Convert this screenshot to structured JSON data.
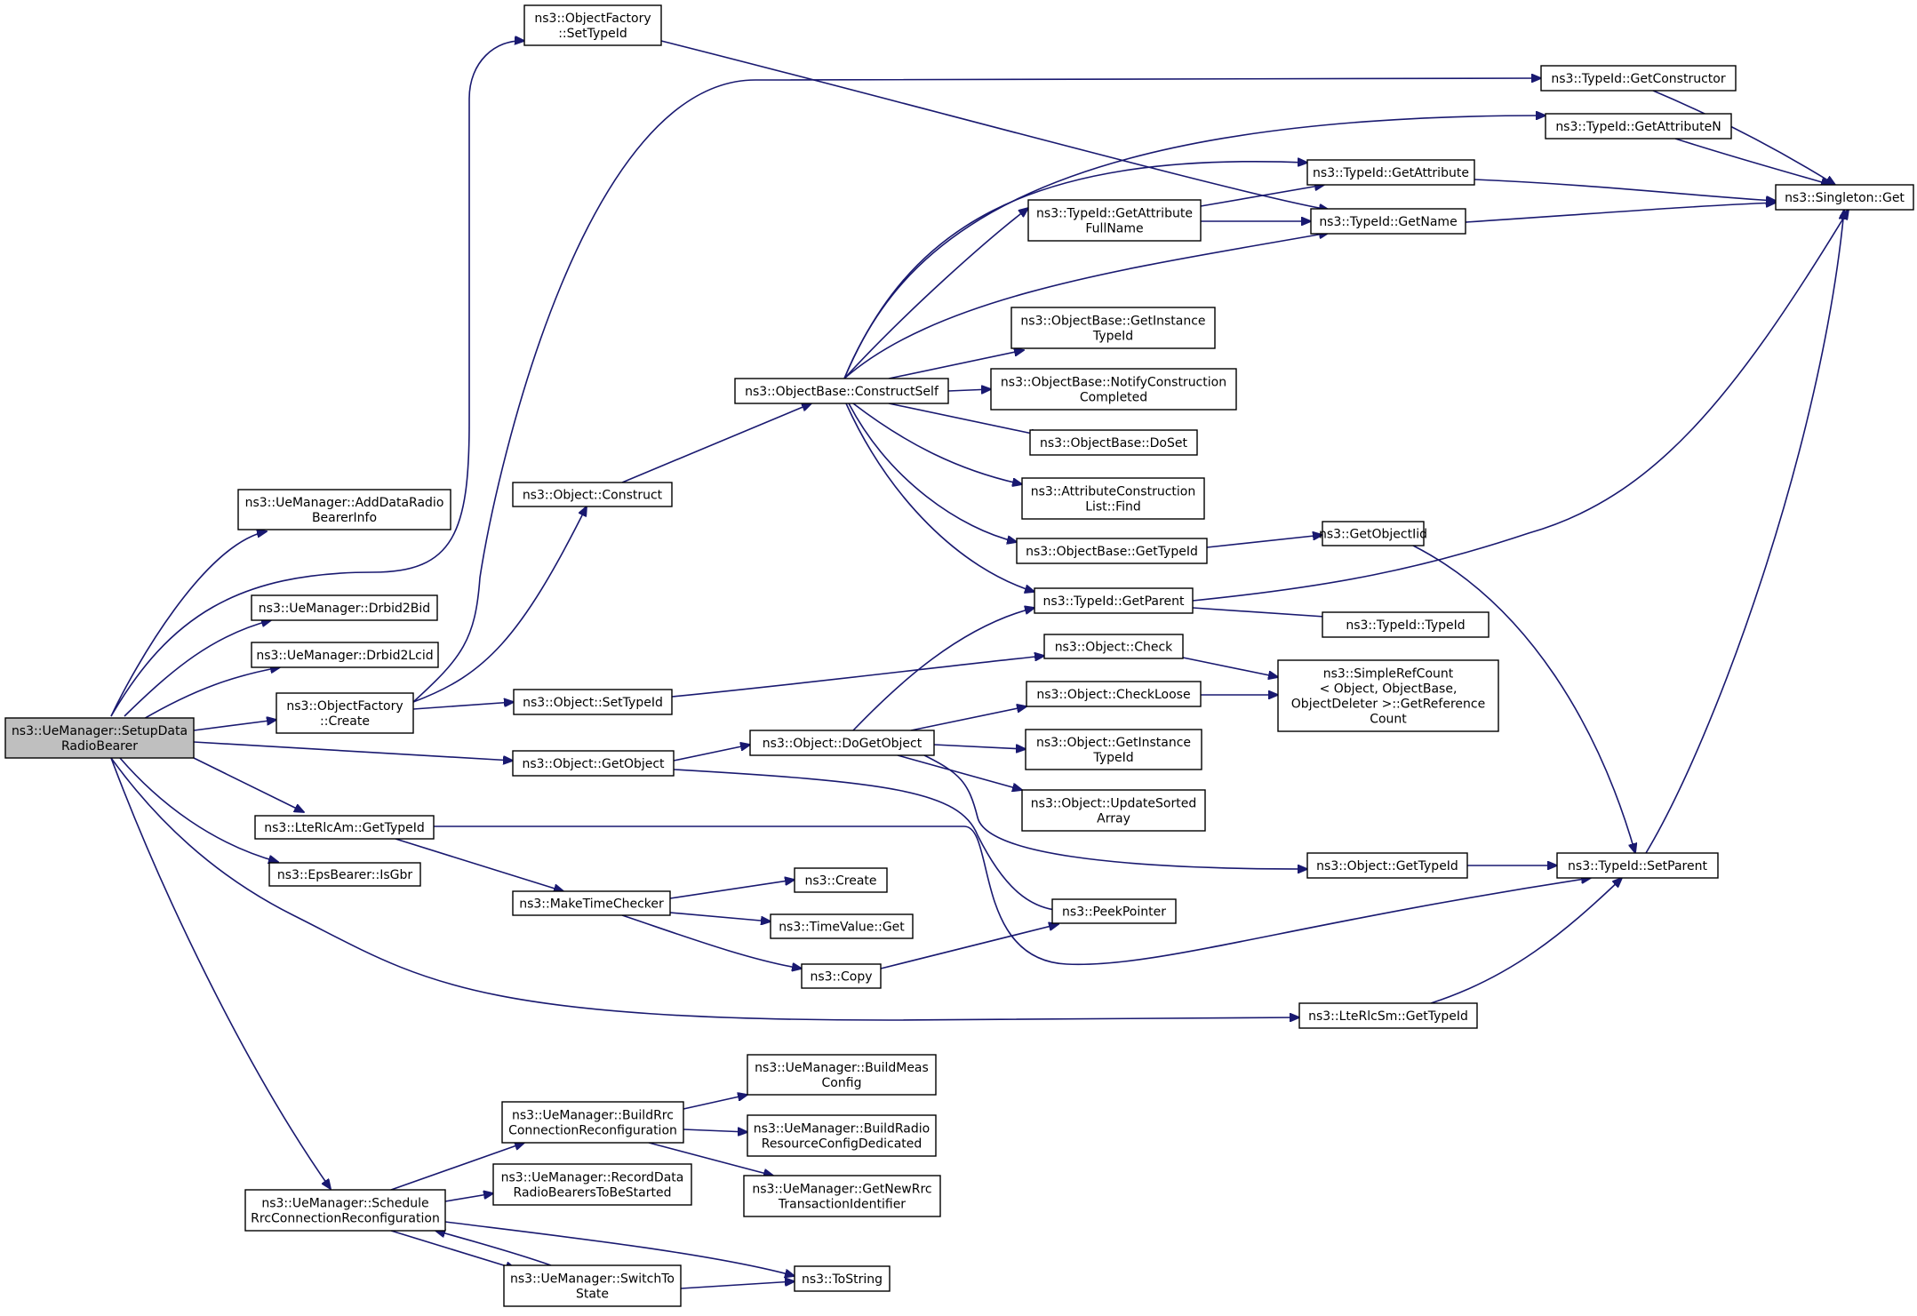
{
  "diagram": {
    "type": "call-graph",
    "root": "setup",
    "colors": {
      "edge": "#191970",
      "root_fill": "#bfbfbf",
      "node_fill": "#ffffff",
      "node_border": "#000000"
    },
    "nodes": {
      "setup": {
        "lines": [
          "ns3::UeManager::SetupData",
          "RadioBearer"
        ]
      },
      "addinfo": {
        "lines": [
          "ns3::UeManager::AddDataRadio",
          "BearerInfo"
        ]
      },
      "drbid2bid": {
        "lines": [
          "ns3::UeManager::Drbid2Bid"
        ]
      },
      "drbid2lcid": {
        "lines": [
          "ns3::UeManager::Drbid2Lcid"
        ]
      },
      "ofcreate": {
        "lines": [
          "ns3::ObjectFactory",
          "::Create"
        ]
      },
      "lterlcam": {
        "lines": [
          "ns3::LteRlcAm::GetTypeId"
        ]
      },
      "isgbr": {
        "lines": [
          "ns3::EpsBearer::IsGbr"
        ]
      },
      "schedule": {
        "lines": [
          "ns3::UeManager::Schedule",
          "RrcConnectionReconfiguration"
        ]
      },
      "ofsettypeid": {
        "lines": [
          "ns3::ObjectFactory",
          "::SetTypeId"
        ]
      },
      "objconstruct": {
        "lines": [
          "ns3::Object::Construct"
        ]
      },
      "objsettypeid": {
        "lines": [
          "ns3::Object::SetTypeId"
        ]
      },
      "objgetobject": {
        "lines": [
          "ns3::Object::GetObject"
        ]
      },
      "maketime": {
        "lines": [
          "ns3::MakeTimeChecker"
        ]
      },
      "buildrrc": {
        "lines": [
          "ns3::UeManager::BuildRrc",
          "ConnectionReconfiguration"
        ]
      },
      "recorddata": {
        "lines": [
          "ns3::UeManager::RecordData",
          "RadioBearersToBeStarted"
        ]
      },
      "switchto": {
        "lines": [
          "ns3::UeManager::SwitchTo",
          "State"
        ]
      },
      "obconstructself": {
        "lines": [
          "ns3::ObjectBase::ConstructSelf"
        ]
      },
      "dogetobject": {
        "lines": [
          "ns3::Object::DoGetObject"
        ]
      },
      "create": {
        "lines": [
          "ns3::Create"
        ]
      },
      "timevalueget": {
        "lines": [
          "ns3::TimeValue::Get"
        ]
      },
      "copy": {
        "lines": [
          "ns3::Copy"
        ]
      },
      "buildmeas": {
        "lines": [
          "ns3::UeManager::BuildMeas",
          "Config"
        ]
      },
      "buildradio": {
        "lines": [
          "ns3::UeManager::BuildRadio",
          "ResourceConfigDedicated"
        ]
      },
      "getnewrrc": {
        "lines": [
          "ns3::UeManager::GetNewRrc",
          "TransactionIdentifier"
        ]
      },
      "tostring": {
        "lines": [
          "ns3::ToString"
        ]
      },
      "getattrfull": {
        "lines": [
          "ns3::TypeId::GetAttribute",
          "FullName"
        ]
      },
      "obgetinst": {
        "lines": [
          "ns3::ObjectBase::GetInstance",
          "TypeId"
        ]
      },
      "obnotify": {
        "lines": [
          "ns3::ObjectBase::NotifyConstruction",
          "Completed"
        ]
      },
      "obdoset": {
        "lines": [
          "ns3::ObjectBase::DoSet"
        ]
      },
      "attrfind": {
        "lines": [
          "ns3::AttributeConstruction",
          "List::Find"
        ]
      },
      "obgettypeid": {
        "lines": [
          "ns3::ObjectBase::GetTypeId"
        ]
      },
      "tgetparent": {
        "lines": [
          "ns3::TypeId::GetParent"
        ]
      },
      "objcheck": {
        "lines": [
          "ns3::Object::Check"
        ]
      },
      "objcheckloose": {
        "lines": [
          "ns3::Object::CheckLoose"
        ]
      },
      "objgetinst": {
        "lines": [
          "ns3::Object::GetInstance",
          "TypeId"
        ]
      },
      "objupdate": {
        "lines": [
          "ns3::Object::UpdateSorted",
          "Array"
        ]
      },
      "peekpointer": {
        "lines": [
          "ns3::PeekPointer"
        ]
      },
      "getctor": {
        "lines": [
          "ns3::TypeId::GetConstructor"
        ]
      },
      "getattrn": {
        "lines": [
          "ns3::TypeId::GetAttributeN"
        ]
      },
      "getattr": {
        "lines": [
          "ns3::TypeId::GetAttribute"
        ]
      },
      "getname": {
        "lines": [
          "ns3::TypeId::GetName"
        ]
      },
      "getobjectiid": {
        "lines": [
          "ns3::GetObjectIid"
        ]
      },
      "typeidtypeid": {
        "lines": [
          "ns3::TypeId::TypeId"
        ]
      },
      "simplerefcount": {
        "lines": [
          "ns3::SimpleRefCount",
          "< Object, ObjectBase,",
          "ObjectDeleter >::GetReference",
          "Count"
        ]
      },
      "objgettypeid": {
        "lines": [
          "ns3::Object::GetTypeId"
        ]
      },
      "lterlcsm": {
        "lines": [
          "ns3::LteRlcSm::GetTypeId"
        ]
      },
      "setparent": {
        "lines": [
          "ns3::TypeId::SetParent"
        ]
      },
      "singleton": {
        "lines": [
          "ns3::Singleton::Get"
        ]
      }
    }
  }
}
